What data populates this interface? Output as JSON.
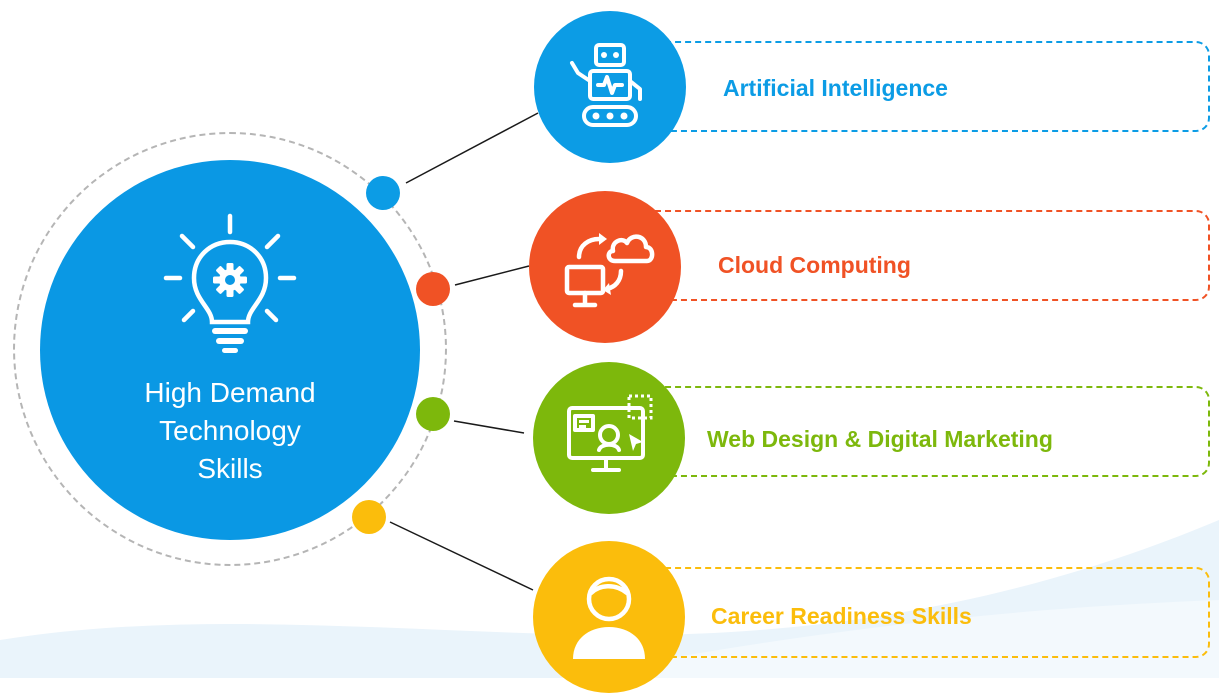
{
  "center": {
    "title": "High Demand\nTechnology\nSkills",
    "icon": "lightbulb-gear-icon"
  },
  "skills": [
    {
      "label": "Artificial Intelligence",
      "color": "#0c9ce5",
      "icon": "robot-icon"
    },
    {
      "label": "Cloud Computing",
      "color": "#f05225",
      "icon": "cloud-computing-icon"
    },
    {
      "label": "Web Design & Digital Marketing",
      "color": "#7db80c",
      "icon": "web-design-monitor-icon"
    },
    {
      "label": "Career Readiness Skills",
      "color": "#fbbd0c",
      "icon": "person-icon"
    }
  ]
}
